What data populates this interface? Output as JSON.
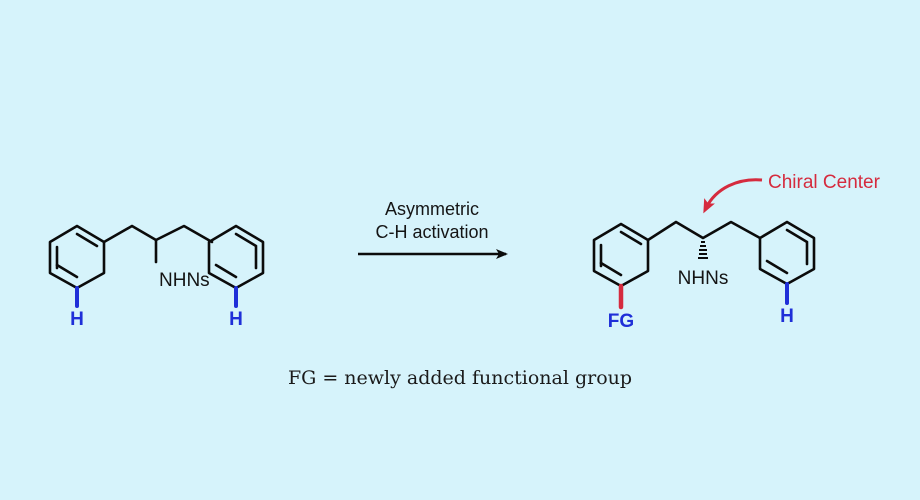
{
  "colors": {
    "background": "#d6f3fb",
    "bond": "#0b0b0b",
    "hydrogen": "#1f2fd8",
    "functional_group": "#d52b3e",
    "annotation": "#d52b3e"
  },
  "reactant": {
    "amine_label": "NHNs",
    "left_hydrogen": "H",
    "right_hydrogen": "H"
  },
  "reaction_arrow": {
    "line1": "Asymmetric",
    "line2": "C-H activation"
  },
  "product": {
    "amine_label": "NHNs",
    "functional_group": "FG",
    "right_hydrogen": "H",
    "annotation": "Chiral Center"
  },
  "caption": "FG = newly added functional group"
}
